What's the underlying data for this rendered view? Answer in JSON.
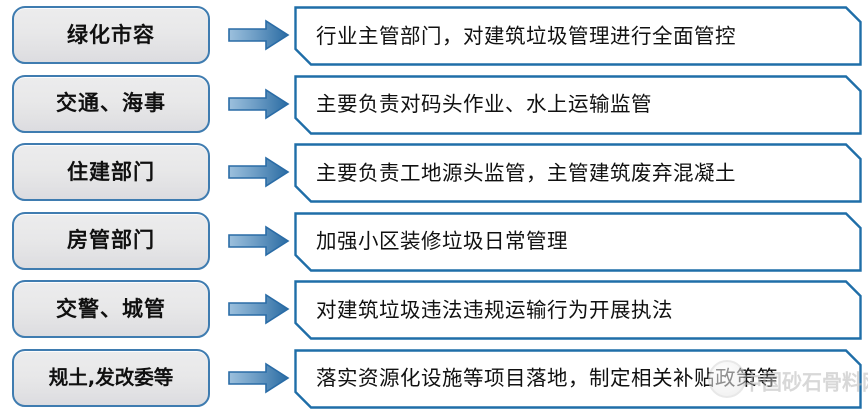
{
  "diagram": {
    "type": "responsibility-assignment-flow",
    "title_visible": false,
    "colors": {
      "box_border": "#3f7cb0",
      "desc_border": "#1f6ea8",
      "arrow_light": "#8fb8d8",
      "arrow_dark": "#2e6da4",
      "box_fill_top": "#ececed",
      "box_fill_bottom": "#dcdce0",
      "text": "#111111",
      "background": "#ffffff"
    },
    "rows": [
      {
        "dept": "绿化市容",
        "arrow": "right-arrow-icon",
        "description": "行业主管部门，对建筑垃圾管理进行全面管控"
      },
      {
        "dept": "交通、海事",
        "arrow": "right-arrow-icon",
        "description": "主要负责对码头作业、水上运输监管"
      },
      {
        "dept": "住建部门",
        "arrow": "right-arrow-icon",
        "description": "主要负责工地源头监管，主管建筑废弃混凝土"
      },
      {
        "dept": "房管部门",
        "arrow": "right-arrow-icon",
        "description": "加强小区装修垃圾日常管理"
      },
      {
        "dept": "交警、城管",
        "arrow": "right-arrow-icon",
        "description": "对建筑垃圾违法违规运输行为开展执法"
      },
      {
        "dept": "规土,发改委等",
        "arrow": "right-arrow-icon",
        "description": "落实资源化设施等项目落地，制定相关补贴政策等"
      }
    ],
    "watermark": {
      "text": "中国砂石骨料网",
      "logo": "circular-logo-icon"
    }
  }
}
